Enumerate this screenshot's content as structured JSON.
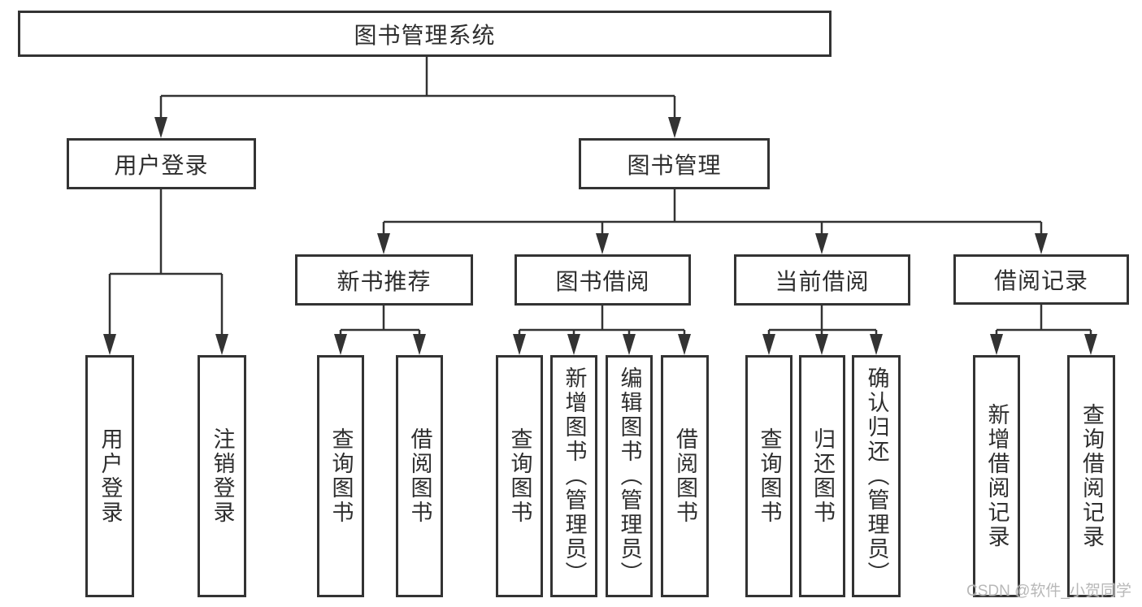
{
  "diagram": {
    "root": {
      "label": "图书管理系统"
    },
    "user_login": {
      "label": "用户登录",
      "children": [
        {
          "label": "用户登录"
        },
        {
          "label": "注销登录"
        }
      ]
    },
    "book_management": {
      "label": "图书管理",
      "sections": [
        {
          "label": "新书推荐",
          "children": [
            {
              "label": "查询图书"
            },
            {
              "label": "借阅图书"
            }
          ]
        },
        {
          "label": "图书借阅",
          "children": [
            {
              "label": "查询图书"
            },
            {
              "label": "新增图书（管理员）"
            },
            {
              "label": "编辑图书（管理员）"
            },
            {
              "label": "借阅图书"
            }
          ]
        },
        {
          "label": "当前借阅",
          "children": [
            {
              "label": "查询图书"
            },
            {
              "label": "归还图书"
            },
            {
              "label": "确认归还（管理员）"
            }
          ]
        },
        {
          "label": "借阅记录",
          "children": [
            {
              "label": "新增借阅记录"
            },
            {
              "label": "查询借阅记录"
            }
          ]
        }
      ]
    }
  },
  "watermark": {
    "text": "CSDN @软件_小贺同学"
  },
  "colors": {
    "line": "#333333",
    "text": "#2e2e2e",
    "watermark": "#b2b2b2",
    "background": "#ffffff"
  }
}
